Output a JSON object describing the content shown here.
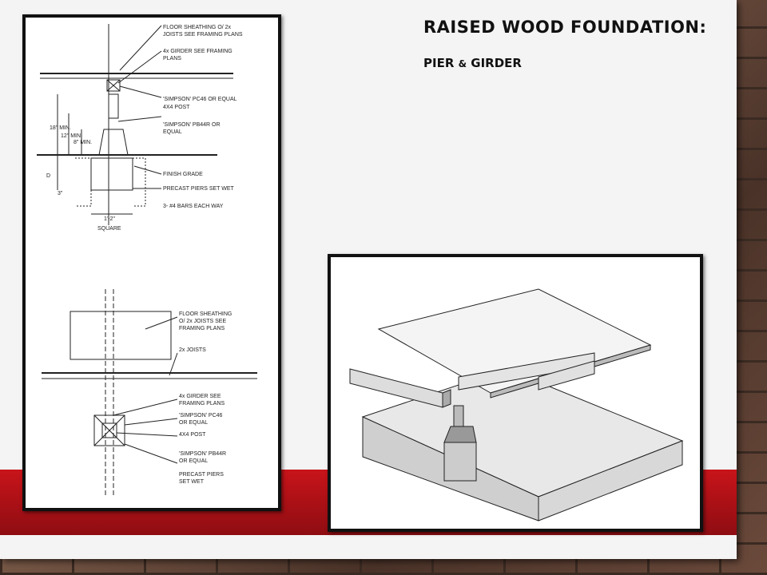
{
  "slide": {
    "title": "RAISED WOOD FOUNDATION:",
    "subtitle_a": "PIER ",
    "subtitle_amp": "&",
    "subtitle_b": " GIRDER"
  },
  "section_labels": [
    "FLOOR SHEATHING O/ 2x",
    "JOISTS SEE FRAMING PLANS",
    "4x GIRDER SEE FRAMING",
    "PLANS",
    "'SIMPSON' PC46 OR EQUAL",
    "4X4 POST",
    "'SIMPSON' PB44R OR",
    "EQUAL",
    "FINISH GRADE",
    "PRECAST PIERS SET WET",
    "3- #4 BARS EACH WAY"
  ],
  "section_dims": [
    "18\" MIN.",
    "12\" MIN.",
    "8\" MIN.",
    "D",
    "3\"",
    "1'-2\"",
    "SQUARE"
  ],
  "plan_labels": [
    "FLOOR SHEATHING",
    "O/ 2x JOISTS SEE",
    "FRAMING PLANS",
    "2x JOISTS",
    "4x GIRDER SEE",
    "FRAMING PLANS",
    "'SIMPSON' PC46",
    "OR EQUAL",
    "4X4 POST",
    "'SIMPSON' PB44R",
    "OR EQUAL",
    "PRECAST PIERS",
    "SET WET"
  ]
}
